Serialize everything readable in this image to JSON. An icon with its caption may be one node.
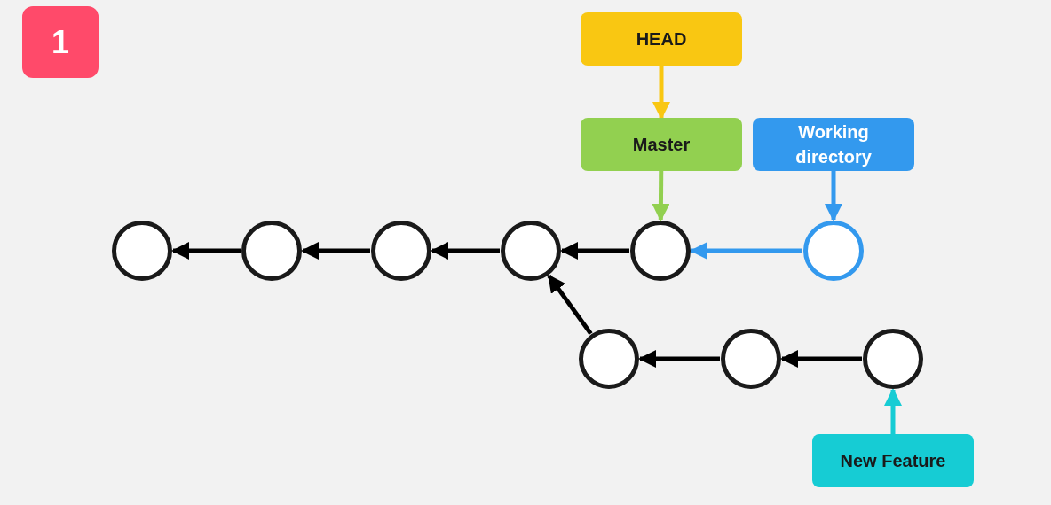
{
  "diagram": {
    "nodes": [
      {
        "text": [
          "1"
        ]
      },
      {
        "text": [
          "HEAD"
        ]
      },
      {
        "text": [
          "Master"
        ]
      },
      {
        "text": [
          "Working directory"
        ]
      },
      {
        "text": [],
        "shape": "circle"
      },
      {
        "text": [],
        "shape": "circle"
      },
      {
        "text": [],
        "shape": "circle"
      },
      {
        "text": [],
        "shape": "circle"
      },
      {
        "text": [],
        "shape": "circle"
      },
      {
        "text": [],
        "shape": "circle"
      },
      {
        "text": [],
        "shape": "circle"
      },
      {
        "text": [],
        "shape": "circle"
      },
      {
        "text": [],
        "shape": "circle"
      },
      {
        "text": [
          "New Feature"
        ]
      }
    ],
    "edges": [
      {
        "from": 1,
        "to": 2,
        "arrow": "to",
        "color": "#f9c712"
      },
      {
        "from": 2,
        "to": 8,
        "arrow": "to",
        "color": "#92d050"
      },
      {
        "from": 3,
        "to": 9,
        "arrow": "to",
        "color": "#3399ee"
      },
      {
        "from": 9,
        "to": 8,
        "arrow": "to",
        "color": "#3399ee"
      },
      {
        "from": 8,
        "to": 7,
        "arrow": "to"
      },
      {
        "from": 7,
        "to": 6,
        "arrow": "to"
      },
      {
        "from": 6,
        "to": 5,
        "arrow": "to"
      },
      {
        "from": 5,
        "to": 4,
        "arrow": "to"
      },
      {
        "from": 10,
        "to": 7,
        "arrow": "to"
      },
      {
        "from": 11,
        "to": 10,
        "arrow": "to"
      },
      {
        "from": 12,
        "to": 11,
        "arrow": "to"
      },
      {
        "from": 13,
        "to": 12,
        "arrow": "to",
        "color": "#16ccd4"
      }
    ]
  }
}
